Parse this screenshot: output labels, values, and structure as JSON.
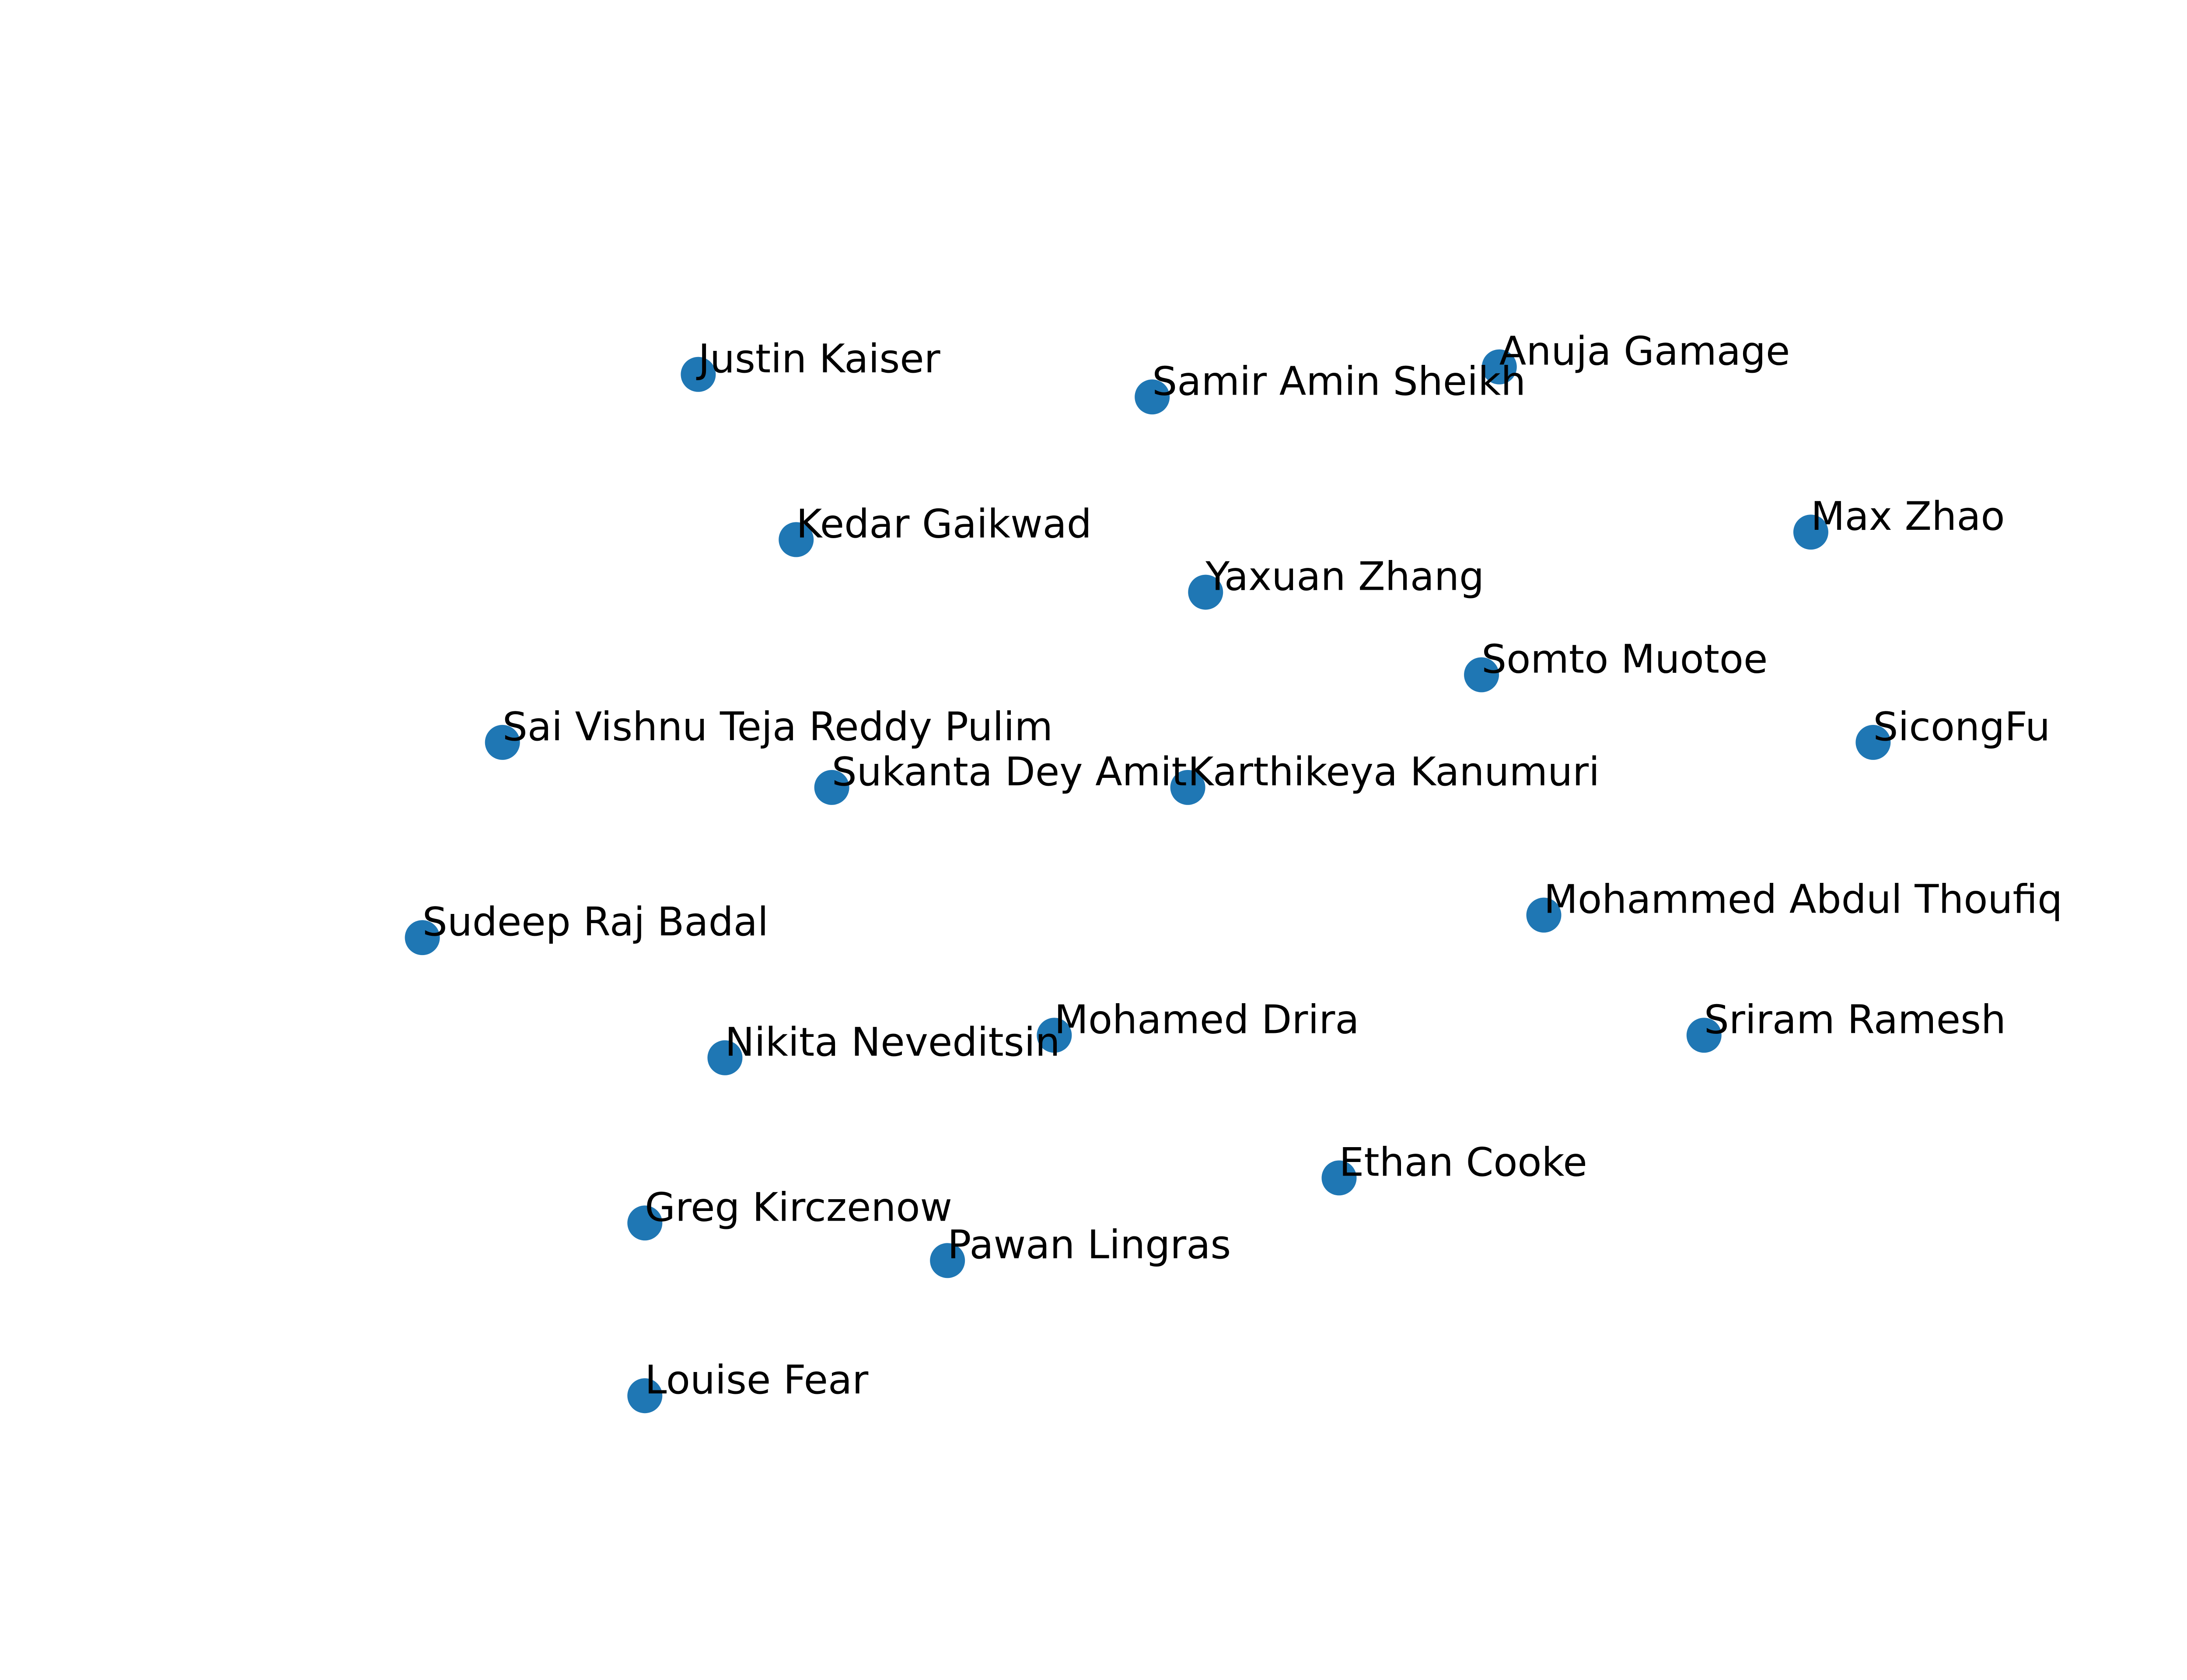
{
  "chart_data": {
    "type": "scatter",
    "marker_color": "#1f77b4",
    "axes_visible": false,
    "grid": false,
    "points": [
      {
        "label": "Justin Kaiser",
        "x": -0.48,
        "y": 0.87
      },
      {
        "label": "Samir Amin Sheikh",
        "x": 0.03,
        "y": 0.84
      },
      {
        "label": "Anuja Gamage",
        "x": 0.42,
        "y": 0.88
      },
      {
        "label": "Kedar Gaikwad",
        "x": -0.37,
        "y": 0.65
      },
      {
        "label": "Max Zhao",
        "x": 0.77,
        "y": 0.66
      },
      {
        "label": "Yaxuan Zhang",
        "x": 0.09,
        "y": 0.58
      },
      {
        "label": "Somto Muotoe",
        "x": 0.4,
        "y": 0.47
      },
      {
        "label": "Sai Vishnu Teja Reddy Pulim",
        "x": -0.7,
        "y": 0.38
      },
      {
        "label": "SicongFu",
        "x": 0.84,
        "y": 0.38
      },
      {
        "label": "Sukanta Dey Amit",
        "x": -0.33,
        "y": 0.32
      },
      {
        "label": "Karthikeya Kanumuri",
        "x": 0.07,
        "y": 0.32
      },
      {
        "label": "Sudeep Raj Badal",
        "x": -0.79,
        "y": 0.12
      },
      {
        "label": "Mohammed Abdul Thoufiq",
        "x": 0.47,
        "y": 0.15
      },
      {
        "label": "Mohamed Drira",
        "x": -0.08,
        "y": -0.01
      },
      {
        "label": "Sriram Ramesh",
        "x": 0.65,
        "y": -0.01
      },
      {
        "label": "Nikita Neveditsin",
        "x": -0.45,
        "y": -0.04
      },
      {
        "label": "Ethan Cooke",
        "x": 0.24,
        "y": -0.2
      },
      {
        "label": "Greg Kirczenow",
        "x": -0.54,
        "y": -0.26
      },
      {
        "label": "Pawan Lingras",
        "x": -0.2,
        "y": -0.31
      },
      {
        "label": "Louise Fear",
        "x": -0.54,
        "y": -0.49
      }
    ],
    "xlim": [
      -0.95,
      1.0
    ],
    "ylim": [
      -0.6,
      1.1
    ]
  }
}
